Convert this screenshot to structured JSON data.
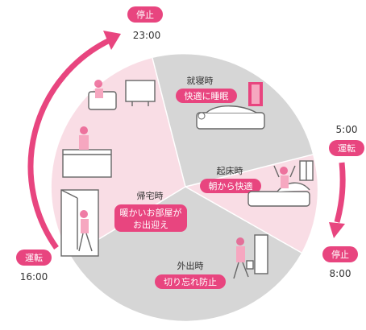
{
  "clock": {
    "top": {
      "status": "停止",
      "time": "23:00"
    },
    "right_upper": {
      "time": "5:00",
      "status": "運転"
    },
    "right_lower": {
      "status": "停止",
      "time": "8:00"
    },
    "left": {
      "status": "運転",
      "time": "16:00"
    }
  },
  "segments": {
    "sleep": {
      "label": "就寝時",
      "badge": "快適に睡眠"
    },
    "wake": {
      "label": "起床時",
      "badge": "朝から快適"
    },
    "out": {
      "label": "外出時",
      "badge": "切り忘れ防止"
    },
    "home": {
      "label": "帰宅時",
      "badge_line1": "暖かいお部屋が",
      "badge_line2": "お出迎え"
    }
  },
  "colors": {
    "accent": "#e8457f",
    "active_segment": "#f9dde5",
    "inactive_segment": "#d6d6d6",
    "arrow": "#e8457f"
  }
}
